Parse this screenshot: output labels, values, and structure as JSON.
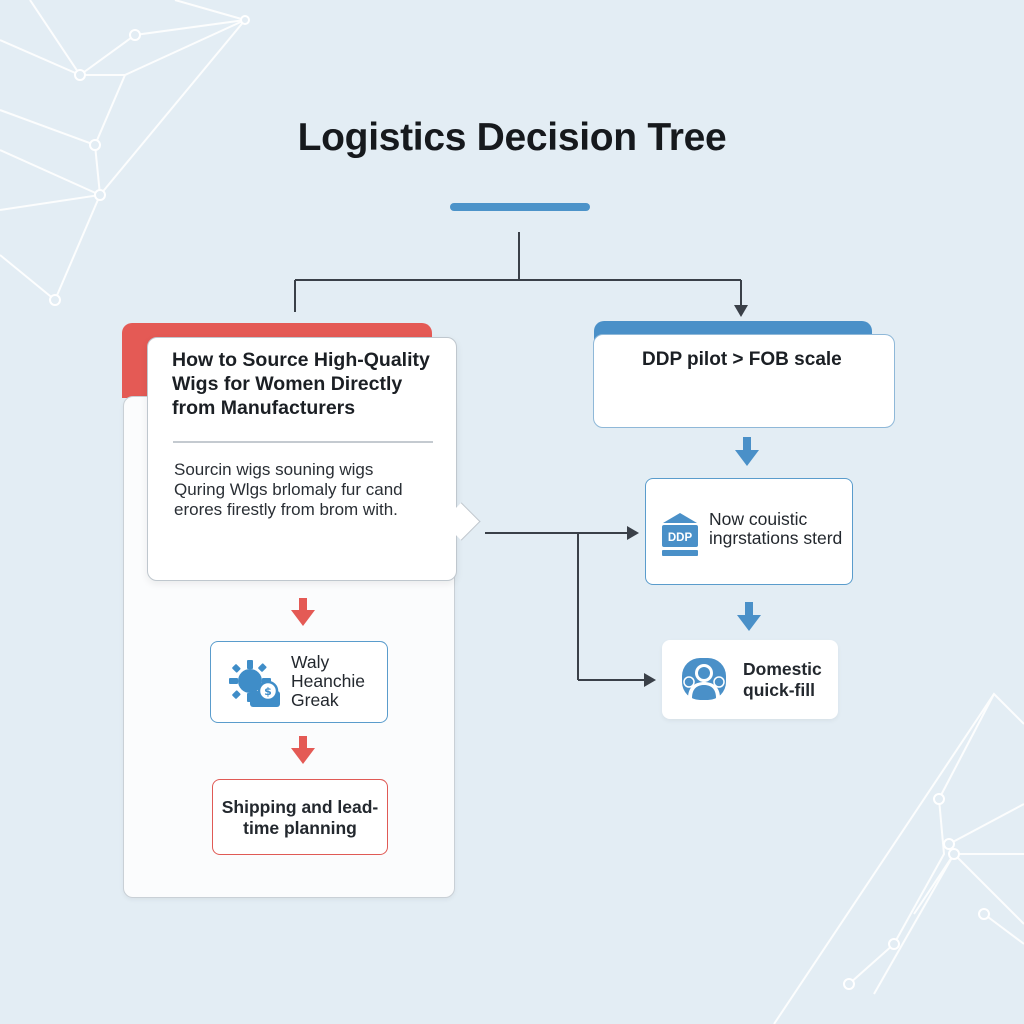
{
  "title": "Logistics Decision Tree",
  "left_branch": {
    "main_title": "How to Source High-Quality Wigs for Women Directly from Manufacturers",
    "main_body": "Sourcin wigs souning wigs Quring Wlgs brlomaly fur cand erores firestly from brom with.",
    "node_1": {
      "label": "Waly Heanchie Greak",
      "icon": "gear-dollar-icon"
    },
    "node_2": {
      "label": "Shipping and lead-time planning"
    }
  },
  "right_branch": {
    "header": "DDP pilot > FOB scale",
    "node_1": {
      "badge": "DDP",
      "label": "Now couistic ingrstations sterd",
      "icon": "ddp-warehouse-icon"
    },
    "node_2": {
      "label": "Domestic quick-fill",
      "icon": "people-icon"
    }
  },
  "colors": {
    "background": "#e3edf4",
    "accent_red": "#e45a55",
    "accent_blue": "#4a90c8",
    "connector": "#3a4048"
  }
}
